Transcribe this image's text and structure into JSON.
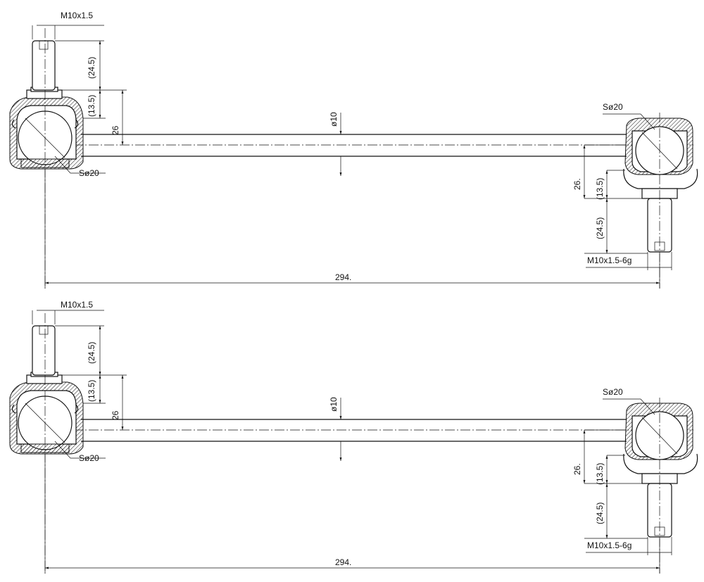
{
  "drawings": [
    {
      "stud_top_thread": "M10x1.5",
      "top_stud_len": "(24.5)",
      "top_head_len": "(13.5)",
      "top_total": "26",
      "left_sphere": "Sø20",
      "rod_dia": "ø10",
      "right_sphere": "Sø20",
      "bottom_total": "26.",
      "bottom_head_len": "(13.5)",
      "bottom_stud_len": "(24.5)",
      "stud_bottom_thread": "M10x1.5-6g",
      "overall": "294."
    },
    {
      "stud_top_thread": "M10x1.5",
      "top_stud_len": "(24.5)",
      "top_head_len": "(13.5)",
      "top_total": "26",
      "left_sphere": "Sø20",
      "rod_dia": "ø10",
      "right_sphere": "Sø20",
      "bottom_total": "26.",
      "bottom_head_len": "(13.5)",
      "bottom_stud_len": "(24.5)",
      "stud_bottom_thread": "M10x1.5-6g",
      "overall": "294."
    }
  ]
}
